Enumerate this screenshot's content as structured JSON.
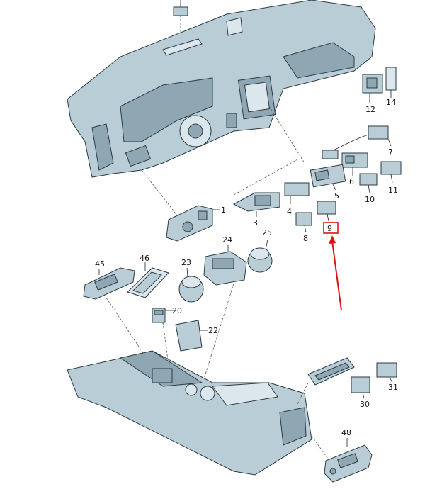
{
  "diagram": {
    "labels": {
      "l1": "1",
      "l3": "3",
      "l4": "4",
      "l5": "5",
      "l6": "6",
      "l7": "7",
      "l8": "8",
      "l9": "9",
      "l10": "10",
      "l11": "11",
      "l12": "12",
      "l14": "14",
      "l20": "20",
      "l22": "22",
      "l23": "23",
      "l24": "24",
      "l25": "25",
      "l30": "30",
      "l31": "31",
      "l45": "45",
      "l46": "46",
      "l48": "48"
    },
    "highlight": {
      "label": "9",
      "box_color": "#e01010",
      "arrow_color": "#e01010"
    },
    "colors": {
      "part": "#b9cdd6",
      "part_dark": "#8ea7b3",
      "part_light": "#dbe7ec",
      "outline": "#2b3a42"
    }
  }
}
